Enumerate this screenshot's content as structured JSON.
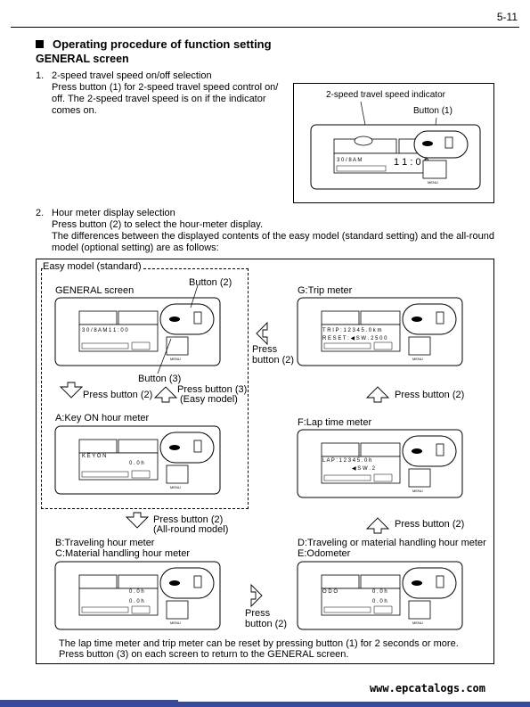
{
  "page_number": "5-11",
  "section_title": "Operating procedure of function setting",
  "screen_heading": "GENERAL screen",
  "item1": {
    "number": "1.",
    "title": "2-speed travel speed on/off selection",
    "line1": "Press button (1) for 2-speed travel speed control on/",
    "line2": "off. The 2-speed travel speed is on if the indicator",
    "line3": "comes on.",
    "label_indicator": "2-speed travel speed indicator",
    "label_button": "Button (1)"
  },
  "item2": {
    "number": "2.",
    "title": "Hour meter display selection",
    "line1": "Press button (2) to select the hour-meter display.",
    "line2": "The differences between the displayed contents of the easy model (standard setting) and the all-round",
    "line3": "model (optional setting) are as follows:"
  },
  "diagram": {
    "easy_model": "Easy model (standard)",
    "general_screen": "GENERAL screen",
    "button2": "Button (2)",
    "button3": "Button (3)",
    "press2_a": "Press button (2)",
    "press3_a": "Press button (3)",
    "easy_model_paren": "(Easy model)",
    "key_on": "A:Key ON hour meter",
    "press2_b": "Press button (2)",
    "allround_paren": "(All-round model)",
    "traveling": "B:Traveling hour meter",
    "material": "C:Material handling hour meter",
    "press_c1": "Press",
    "press_c2": "button (2)",
    "trip": "G:Trip meter",
    "press_g1": "Press",
    "press_g2": "button (2)",
    "press2_g": "Press button (2)",
    "lap": "F:Lap time meter",
    "press2_f": "Press button (2)",
    "trav_mat": "D:Traveling or material handling hour meter",
    "odometer": "E:Odometer",
    "note1": "The lap time meter and trip meter can be reset by pressing button (1) for 2 seconds or more.",
    "note2": "Press button (3) on each screen to return to the GENERAL screen.",
    "lcd": {
      "general": "3 0 /   8    A M     1 1 : 0 0",
      "key_on": "K E Y   O N",
      "key_on_val": "0 . 0  h",
      "trip1": "T R I P  :  1 2 3 4 5 . 0 k m",
      "trip2": "R E S E T : ◀ S W .   2 5 0 0",
      "lap1": "L A P  :   1 2 3 4 5 . 0 h",
      "lap2": "◀ S W .   2",
      "b_val1": "0 . 0  h",
      "b_val2": "0 . 0  h",
      "d_val1": "0 . 0  h",
      "d_val2": "0 . 0  h",
      "d_odo": "O D O",
      "menu": "MENU"
    }
  },
  "footer_url": "www.epcatalogs.com"
}
